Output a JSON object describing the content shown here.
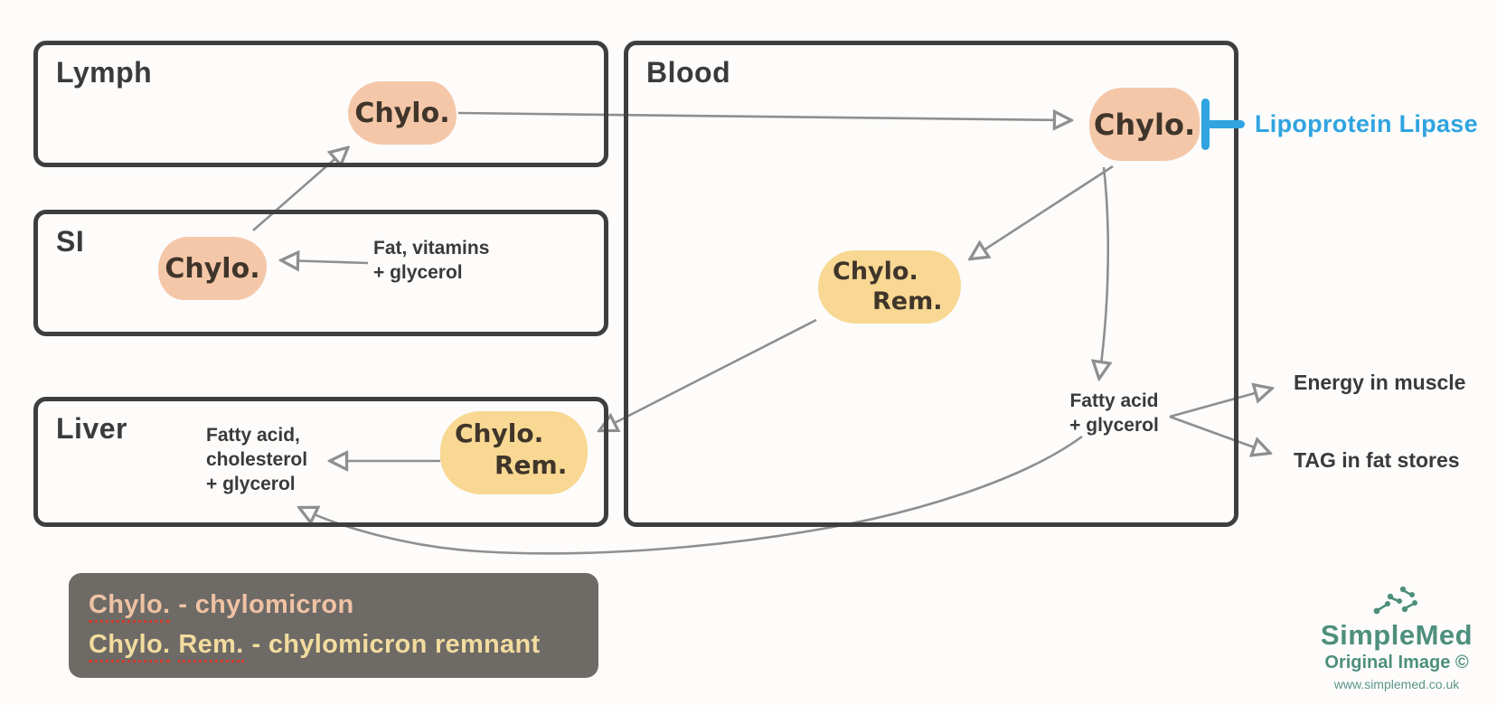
{
  "boxes": {
    "lymph": {
      "label": "Lymph"
    },
    "si": {
      "label": "SI"
    },
    "liver": {
      "label": "Liver"
    },
    "blood": {
      "label": "Blood"
    }
  },
  "pills": {
    "lymph_chylo": {
      "text": "Chylo."
    },
    "si_chylo": {
      "text": "Chylo."
    },
    "blood_chylo": {
      "text": "Chylo."
    },
    "blood_chylo_rem": {
      "line1": "Chylo.",
      "line2": "Rem."
    },
    "liver_chylo_rem": {
      "line1": "Chylo.",
      "line2": "Rem."
    }
  },
  "labels": {
    "fat_vitamins": [
      "Fat, vitamins",
      "+ glycerol"
    ],
    "liver_products": [
      "Fatty acid,",
      "cholesterol",
      "+ glycerol"
    ],
    "blood_products": [
      "Fatty acid",
      "+ glycerol"
    ],
    "energy": "Energy in muscle",
    "tag": "TAG in fat stores",
    "lipoprotein_lipase": "Lipoprotein Lipase"
  },
  "legend": {
    "line1": {
      "term": "Chylo.",
      "rest": "- chylomicron"
    },
    "line2": {
      "term1": "Chylo.",
      "term2": "Rem.",
      "rest": "- chylomicron remnant"
    }
  },
  "branding": {
    "name": "SimpleMed",
    "subtitle": "Original Image ©",
    "url": "www.simplemed.co.uk",
    "logo_icon": "molecule-dots-icon"
  },
  "colors": {
    "pill_peach": "#f5c7a9",
    "pill_yellow": "#f8d893",
    "box_border": "#3e3e3e",
    "arrow_gray": "#8f8f8f",
    "enzyme_blue": "#2fa4e0",
    "legend_bg": "#6e6a66",
    "legend_peach_text": "#efc2a4",
    "legend_yellow_text": "#f2dc9e",
    "spellcheck_red": "#d23b2b",
    "brand_green": "#4e8f7d",
    "text_dark": "#3a3a3a"
  }
}
